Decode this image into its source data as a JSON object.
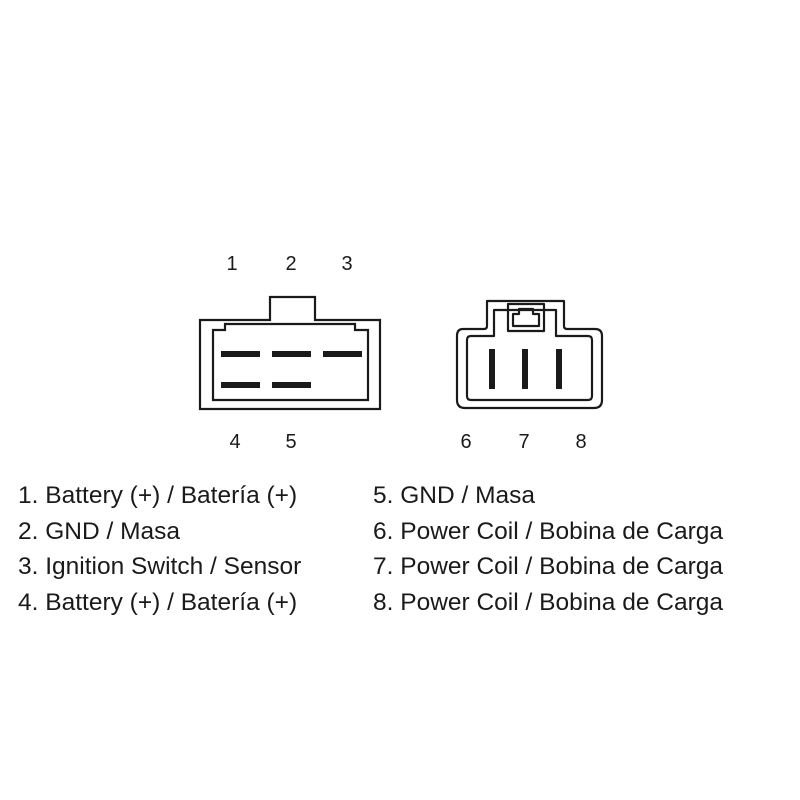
{
  "connector_a": {
    "top_pins": [
      "1",
      "2",
      "3"
    ],
    "bottom_pins": [
      "4",
      "5"
    ]
  },
  "connector_b": {
    "pins": [
      "6",
      "7",
      "8"
    ]
  },
  "legend": {
    "left": [
      "1. Battery (+) / Batería (+)",
      "2. GND / Masa",
      "3. Ignition Switch / Sensor",
      "4. Battery (+) / Batería (+)"
    ],
    "right": [
      "5. GND / Masa",
      "6. Power Coil / Bobina de Carga",
      "7. Power Coil / Bobina de Carga",
      "8. Power Coil / Bobina de Carga"
    ]
  },
  "colors": {
    "ink": "#1a1a1a",
    "background": "#ffffff"
  }
}
